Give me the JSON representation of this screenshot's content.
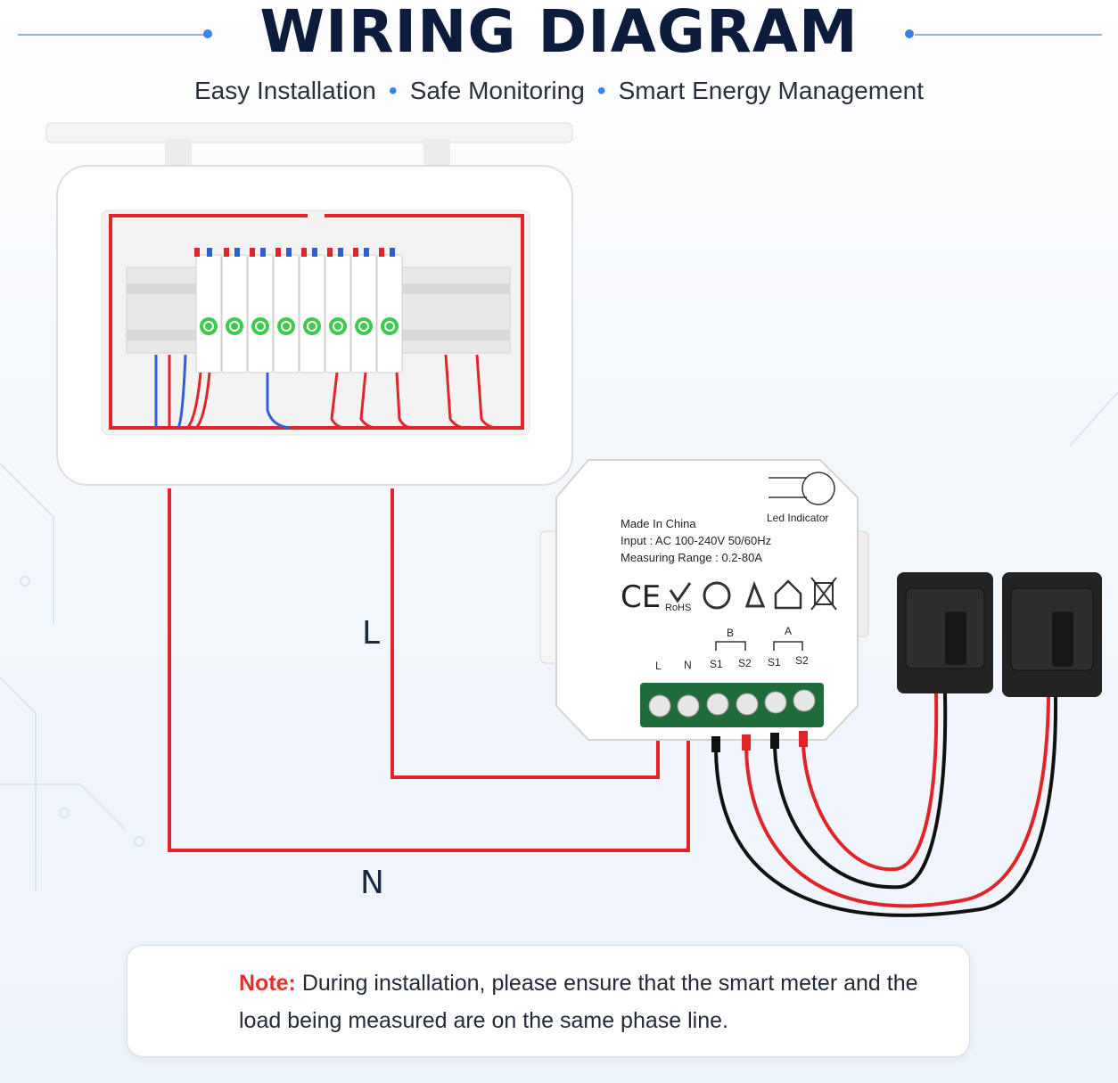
{
  "header": {
    "title": "WIRING DIAGRAM",
    "subtitle_items": [
      "Easy Installation",
      "Safe Monitoring",
      "Smart Energy Management"
    ]
  },
  "wires": {
    "live_label": "L",
    "neutral_label": "N"
  },
  "device": {
    "maker_line": "Made In China",
    "input_line": "Input : AC 100-240V 50/60Hz",
    "range_line": "Measuring Range : 0.2-80A",
    "led_label": "Led Indicator",
    "rohs_label": "RoHS",
    "ce_mark": "CE",
    "channel_b": "B",
    "channel_a": "A",
    "terminals": [
      "L",
      "N",
      "S1",
      "S2",
      "S1",
      "S2"
    ]
  },
  "note": {
    "label": "Note:",
    "text": "During installation, please ensure that the smart meter and the load being measured are on the same phase line."
  },
  "colors": {
    "live_wire": "#e0242a",
    "neutral_wire": "#2f5fd0",
    "accent": "#3b82e8",
    "title": "#0d1b3d",
    "breaker_green": "#3ccb4a",
    "terminal_green": "#1f6b3a"
  }
}
